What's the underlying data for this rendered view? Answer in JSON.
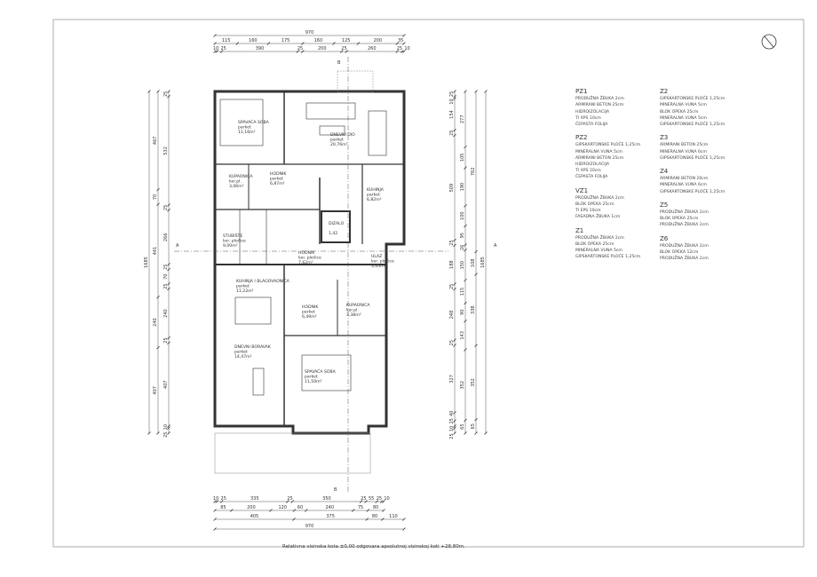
{
  "rooms": [
    {
      "name": "SPAVAĆA SOBA",
      "floor": "parket",
      "area": "11,16m²"
    },
    {
      "name": "DNEVNI DIO",
      "floor": "parket",
      "area": "20,76m²"
    },
    {
      "name": "KUPAONICA",
      "floor": "ker.pl.",
      "area": "3,06m²"
    },
    {
      "name": "HODNIK",
      "floor": "parket",
      "area": "6,87m²"
    },
    {
      "name": "KUHINJA",
      "floor": "parket",
      "area": "6,82m²"
    },
    {
      "name": "STUBIŠTE",
      "floor": "ker. pločice",
      "area": "9,00m²"
    },
    {
      "name": "DIZALO",
      "floor": "",
      "area": "1,42"
    },
    {
      "name": "HODNIK",
      "floor": "ker. pločice",
      "area": "7,62m²"
    },
    {
      "name": "ULAZ",
      "floor": "ker. pločice",
      "area": "3,04m²"
    },
    {
      "name": "KUHINJA I BLAGOVAONICA",
      "floor": "parket",
      "area": "11,22m²"
    },
    {
      "name": "HODNIK",
      "floor": "parket",
      "area": "6,49m²"
    },
    {
      "name": "KUPAONICA",
      "floor": "ker.pl.",
      "area": "3,38m²"
    },
    {
      "name": "DNEVNI BORAVAK",
      "floor": "parket",
      "area": "14,47m²"
    },
    {
      "name": "SPAVAĆA SOBA",
      "floor": "parket",
      "area": "11,50m²"
    }
  ],
  "dimensions": {
    "top": [
      [
        970
      ],
      [
        115,
        160,
        175,
        160,
        125,
        200,
        35
      ],
      [
        10,
        25,
        390,
        25,
        200,
        25,
        260,
        25,
        10
      ]
    ],
    "bottom": [
      [
        10,
        25,
        335,
        25,
        350,
        25,
        55,
        25,
        10
      ],
      [
        85,
        200,
        120,
        60,
        240,
        75,
        80
      ],
      [
        405,
        375,
        80,
        110
      ],
      [
        970
      ]
    ],
    "left": [
      [
        1685
      ],
      [
        467,
        70,
        441,
        240,
        407
      ],
      [
        25,
        532,
        25,
        266,
        25,
        70,
        25,
        240,
        25,
        407,
        10,
        25
      ]
    ],
    "right": [
      [
        25,
        10,
        154,
        25,
        509,
        25,
        188,
        25,
        248,
        25,
        327,
        40,
        25,
        10,
        25
      ],
      [
        277,
        105,
        190,
        100,
        95,
        26,
        150,
        115,
        90,
        143,
        352,
        65
      ],
      [
        762,
        108,
        338,
        352,
        65
      ],
      [
        1685
      ]
    ]
  },
  "section_marks": {
    "a": "A",
    "b": "B"
  },
  "legend": [
    {
      "code": "PZ1",
      "layers": [
        "PRODUŽNA ŽBUKA 2cm",
        "ARMIRANI BETON 25cm",
        "HIDROIZOLACIJA",
        "TI XPS 10cm",
        "ČEPASTA FOLIJA"
      ]
    },
    {
      "code": "PZ2",
      "layers": [
        "GIPSKARTONSKE PLOČE 1,25cm",
        "MINERALNA VUNA 5cm",
        "ARMIRANI BETON 25cm",
        "HIDROIZOLACIJA",
        "TI XPS 10cm",
        "ČEPASTA FOLIJA"
      ]
    },
    {
      "code": "VZ1",
      "layers": [
        "PRODUŽNA ŽBUKA 2cm",
        "BLOK OPEKA 25cm",
        "TI EPS 10cm",
        "FASADNA ŽBUKA 1cm"
      ]
    },
    {
      "code": "Z1",
      "layers": [
        "PRODUŽNA ŽBUKA 2cm",
        "BLOK OPEKA 25cm",
        "MINERALNA VUNA 5cm",
        "GIPSKARTONSKE PLOČE 1,25cm"
      ]
    },
    {
      "code": "Z2",
      "layers": [
        "GIPSKARTONSKE PLOČE 1,25cm",
        "MINERALNA VUNA 5cm",
        "BLOK OPEKA 25cm",
        "MINERALNA VUNA 5cm",
        "GIPSKARTONSKE PLOČE 1,25cm"
      ]
    },
    {
      "code": "Z3",
      "layers": [
        "ARMIRANI BETON 25cm",
        "MINERALNA VUNA 6cm",
        "GIPSKARTONSKE PLOČE 1,25cm"
      ]
    },
    {
      "code": "Z4",
      "layers": [
        "ARMIRANI BETON 20cm",
        "MINERALNA VUNA 6cm",
        "GIPSKARTONSKE PLOČE 1,25cm"
      ]
    },
    {
      "code": "Z5",
      "layers": [
        "PRODUŽNA ŽBUKA 2cm",
        "BLOK OPEKA 25cm",
        "PRODUŽNA ŽBUKA 2cm"
      ]
    },
    {
      "code": "Z6",
      "layers": [
        "PRODUŽNA ŽBUKA 2cm",
        "BLOK OPEKA 12cm",
        "PRODUŽNA ŽBUKA 2cm"
      ]
    }
  ],
  "note": "Relativna visinska kota ±0,00 odgovara apsolutnoj visinskoj koti +28,80m."
}
